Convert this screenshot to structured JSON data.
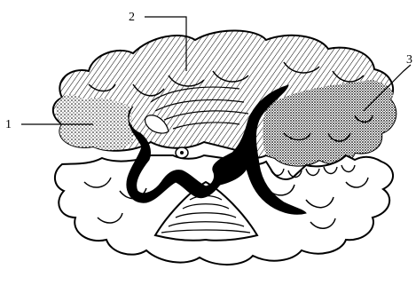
{
  "figure": {
    "callouts": [
      {
        "id": "callout-1",
        "text": "1"
      },
      {
        "id": "callout-2",
        "text": "2"
      },
      {
        "id": "callout-3",
        "text": "3"
      }
    ]
  }
}
